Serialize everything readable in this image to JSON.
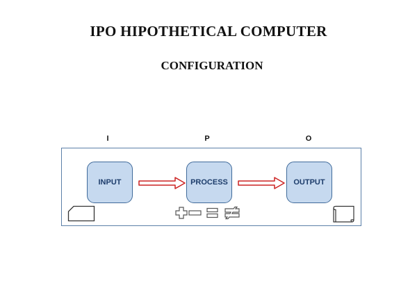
{
  "title": "IPO HIPOTHETICAL COMPUTER",
  "subtitle": "CONFIGURATION",
  "columns": {
    "i": "I",
    "p": "P",
    "o": "O"
  },
  "boxes": {
    "input": "INPUT",
    "process": "PROCESS",
    "output": "OUTPUT"
  },
  "icons": {
    "input_device": "card-icon",
    "process_ops": "arithmetic-logic-icons",
    "output_device": "paper-sheet-icon"
  },
  "colors": {
    "box_fill": "#c6d9ef",
    "box_border": "#3f6a9a",
    "frame_border": "#5b7fa8",
    "arrow": "#cc2222",
    "text": "#111111"
  }
}
